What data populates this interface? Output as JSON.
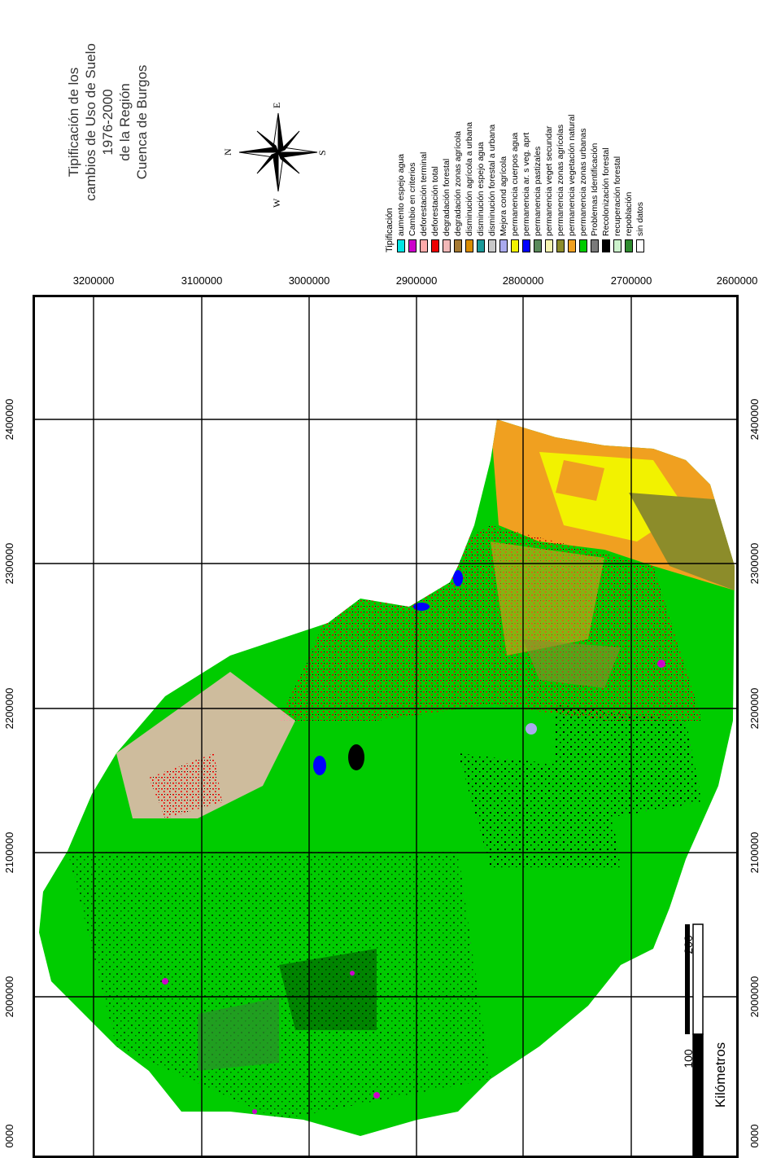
{
  "title": {
    "lines": [
      "Tipificación de los",
      "cambios de Uso de Suelo",
      "1976-2000",
      "de la Región",
      "Cuenca de Burgos"
    ]
  },
  "compass": {
    "n": "N",
    "e": "E",
    "s": "S",
    "w": "W"
  },
  "legend": {
    "title": "Tipificación",
    "items": [
      {
        "label": "aumento espejo agua",
        "color": "#00e5e5"
      },
      {
        "label": "Cambio en criterios",
        "color": "#cc00cc"
      },
      {
        "label": "deforestación terminal",
        "color": "#ffaaaa"
      },
      {
        "label": "deforestación total",
        "color": "#ee0000"
      },
      {
        "label": "degradación forestal",
        "color": "#f2b8b8"
      },
      {
        "label": "degradación zonas agrícola",
        "color": "#a57a32"
      },
      {
        "label": "disminución agrícola a urbana",
        "color": "#d98c00"
      },
      {
        "label": "disminución espejo agua",
        "color": "#1a9999"
      },
      {
        "label": "disminución forestal a urbana",
        "color": "#c8c8c8"
      },
      {
        "label": "Mejora cond agrícola",
        "color": "#aaaaee"
      },
      {
        "label": "permanencia cuerpos agua",
        "color": "#f2f200"
      },
      {
        "label": "permanencia ar. s veg. aprt",
        "color": "#0000ff"
      },
      {
        "label": "permanencia pastizales",
        "color": "#5a8a5a"
      },
      {
        "label": "permanencia veget secundar",
        "color": "#f5f5b0"
      },
      {
        "label": "permanencia zonas agrícolas",
        "color": "#8c8c2a"
      },
      {
        "label": "permanencia vegetación natural",
        "color": "#f0a020"
      },
      {
        "label": "permanencia zonas urbanas",
        "color": "#00cc00"
      },
      {
        "label": "Problemas Identificación",
        "color": "#7a7a7a"
      },
      {
        "label": "Recolonización forestal",
        "color": "#000000"
      },
      {
        "label": "recuperación forestal",
        "color": "#ccf2cc"
      },
      {
        "label": "repoblación",
        "color": "#2e8b2e"
      },
      {
        "label": "sin datos",
        "color": "#ffffff"
      }
    ]
  },
  "axes": {
    "northing_ticks": [
      "3200000",
      "3100000",
      "3000000",
      "2900000",
      "2800000",
      "2700000",
      "2600000"
    ],
    "easting_ticks": [
      "2400000",
      "2300000",
      "2200000",
      "2100000",
      "2000000"
    ],
    "partial_label": "0000"
  },
  "scale_bar": {
    "labels": [
      "100",
      "200"
    ],
    "unit": "Kilómetros"
  },
  "colors": {
    "green": "#00cc00",
    "dark_green": "#2e8b2e",
    "orange": "#f0a020",
    "yellow": "#f2f200",
    "red": "#ee0000",
    "pink": "#f2b8b8",
    "black": "#000000",
    "purple": "#cc00cc",
    "blue": "#0000ff",
    "olive": "#8c8c2a",
    "gray": "#aaaaee"
  }
}
